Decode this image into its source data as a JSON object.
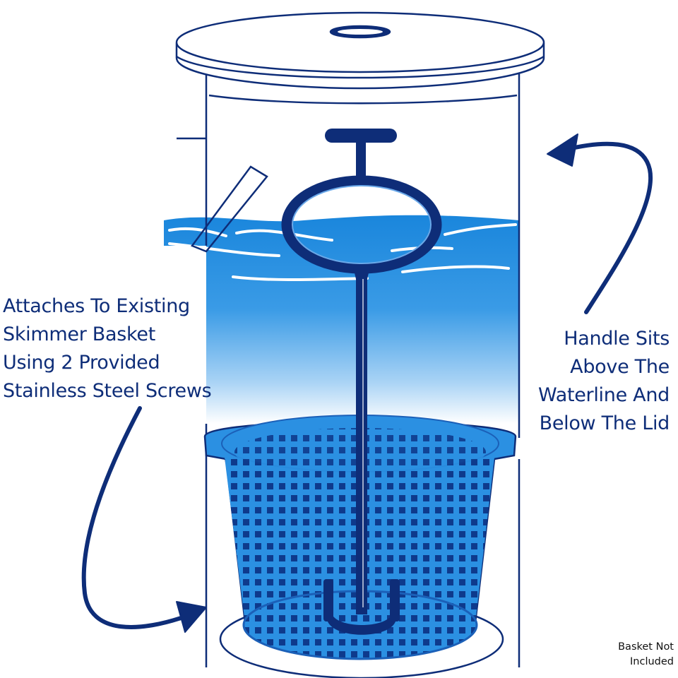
{
  "colors": {
    "navy": "#0e2d78",
    "water": "#1f8ee0",
    "basket": "#2b90e2",
    "white": "#ffffff"
  },
  "callouts": {
    "left": [
      "Attaches To Existing",
      "Skimmer Basket",
      "Using 2 Provided",
      "Stainless Steel Screws"
    ],
    "right": [
      "Handle Sits",
      "Above The",
      "Waterline And",
      "Below The Lid"
    ]
  },
  "note": [
    "Basket Not",
    "Included"
  ]
}
